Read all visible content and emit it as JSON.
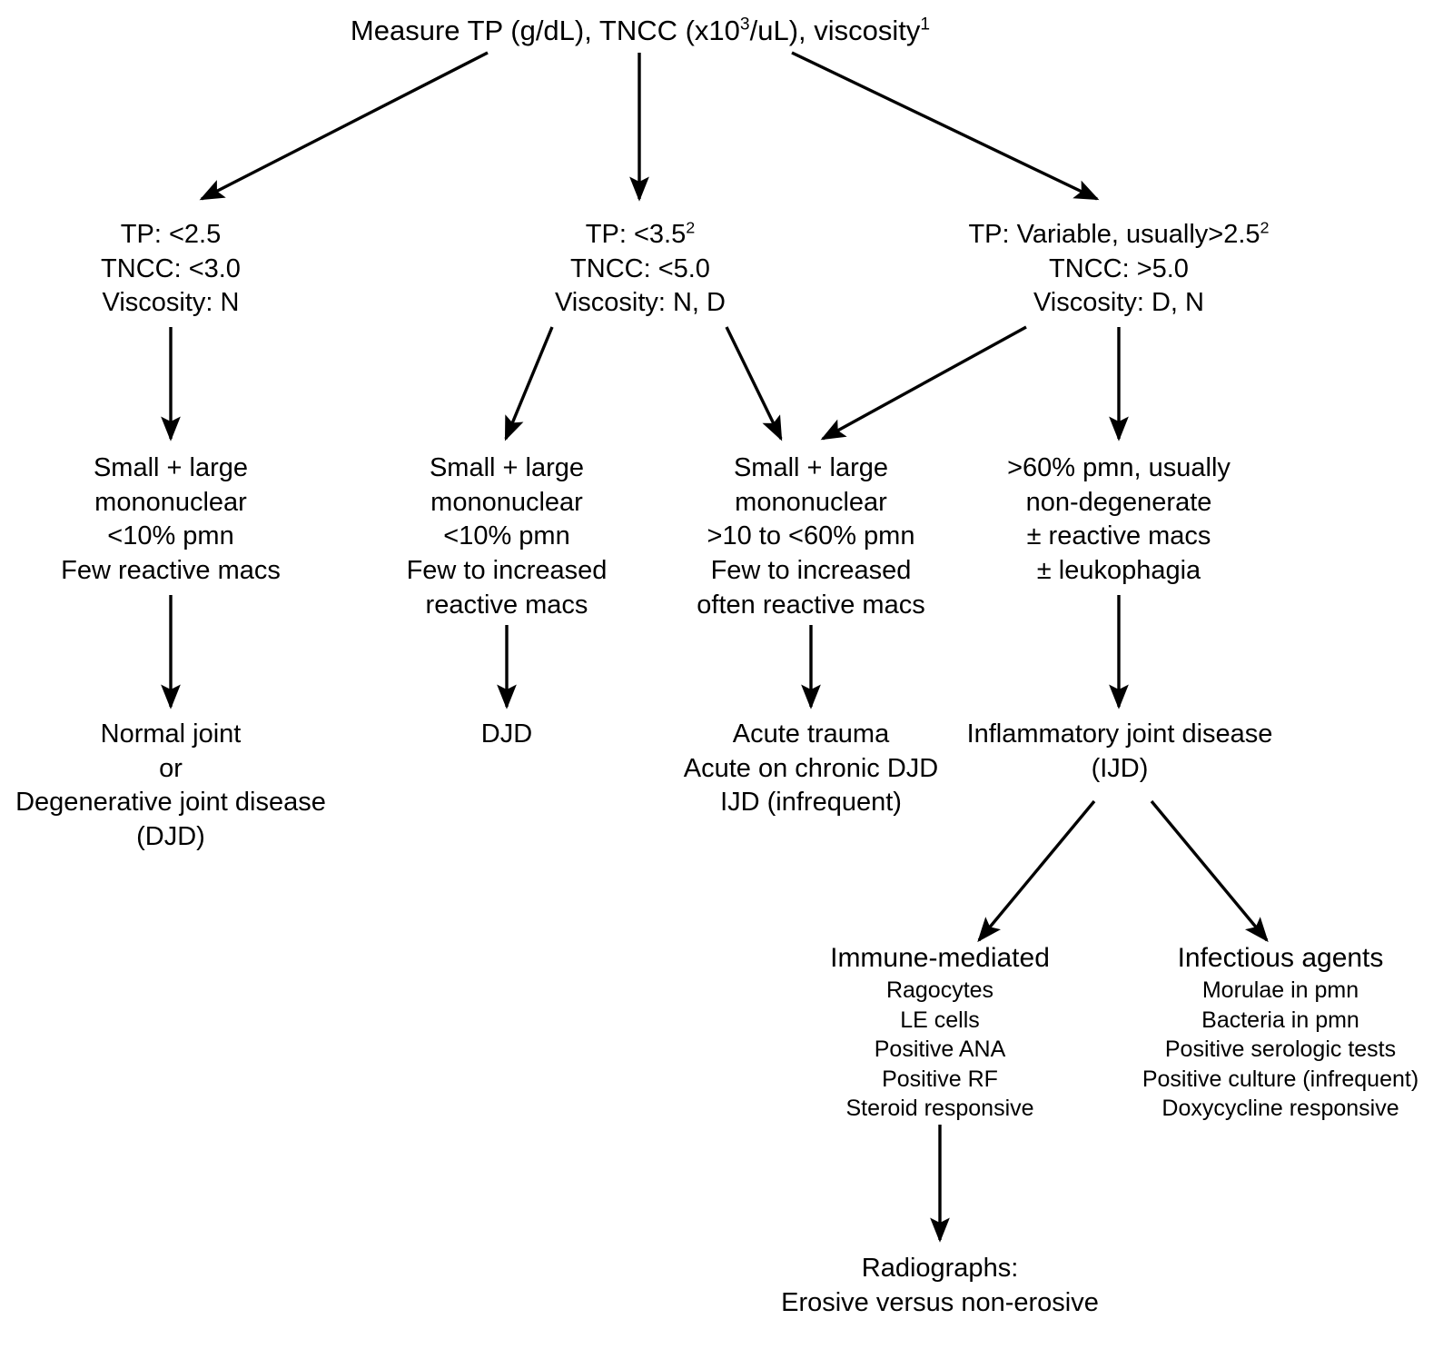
{
  "diagram": {
    "title": "Synovial fluid analysis decision tree",
    "stroke_color": "#000000",
    "background": "#ffffff"
  },
  "root": {
    "line1_pre": "Measure TP (g/dL), TNCC (x10",
    "line1_sup1": "3",
    "line1_mid": "/uL), viscosity",
    "line1_sup2": "1"
  },
  "tier1": {
    "left": {
      "line1": "TP: <2.5",
      "line2": "TNCC: <3.0",
      "line3": "Viscosity: N"
    },
    "middle": {
      "line1_pre": "TP: <3.5",
      "line1_sup": "2",
      "line2": "TNCC: <5.0",
      "line3": "Viscosity: N, D"
    },
    "right": {
      "line1_pre": "TP: Variable, usually>2.5",
      "line1_sup": "2",
      "line2": "TNCC: >5.0",
      "line3": "Viscosity: D, N"
    }
  },
  "tier2": {
    "cyto_a": {
      "line1": "Small + large",
      "line2": "mononuclear",
      "line3": "<10% pmn",
      "line4": "Few reactive macs"
    },
    "cyto_b": {
      "line1": "Small + large",
      "line2": "mononuclear",
      "line3": "<10% pmn",
      "line4": "Few to increased",
      "line5": "reactive macs"
    },
    "cyto_c": {
      "line1": "Small + large",
      "line2": "mononuclear",
      "line3": ">10 to <60% pmn",
      "line4": "Few to increased",
      "line5": "often reactive macs"
    },
    "cyto_d": {
      "line1": ">60% pmn, usually",
      "line2": "non-degenerate",
      "line3": "± reactive macs",
      "line4": "± leukophagia"
    }
  },
  "tier3": {
    "dx_a": {
      "line1": "Normal joint",
      "line2": "or",
      "line3": "Degenerative joint disease",
      "line4": "(DJD)"
    },
    "dx_b": {
      "line1": "DJD"
    },
    "dx_c": {
      "line1": "Acute trauma",
      "line2": "Acute on chronic DJD",
      "line3": "IJD (infrequent)"
    },
    "dx_d": {
      "line1": "Inflammatory joint disease",
      "line2": "(IJD)"
    }
  },
  "tier4": {
    "immune": {
      "heading": "Immune-mediated",
      "items": [
        "Ragocytes",
        "LE cells",
        "Positive ANA",
        "Positive RF",
        "Steroid responsive"
      ]
    },
    "infectious": {
      "heading": "Infectious agents",
      "items": [
        "Morulae in pmn",
        "Bacteria in pmn",
        "Positive serologic tests",
        "Positive culture (infrequent)",
        "Doxycycline responsive"
      ]
    }
  },
  "tier5": {
    "radiographs": {
      "line1": "Radiographs:",
      "line2": "Erosive versus non-erosive"
    }
  }
}
